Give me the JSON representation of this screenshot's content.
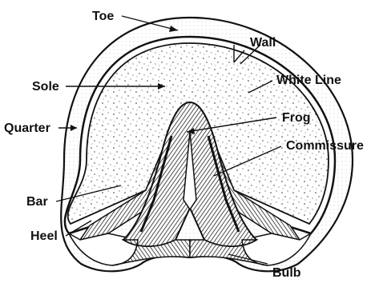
{
  "labels": {
    "toe": "Toe",
    "wall": "Wall",
    "sole": "Sole",
    "white_line": "White Line",
    "quarter": "Quarter",
    "frog": "Frog",
    "commissure": "Commissure",
    "bar": "Bar",
    "heel": "Heel",
    "bulb": "Bulb"
  }
}
